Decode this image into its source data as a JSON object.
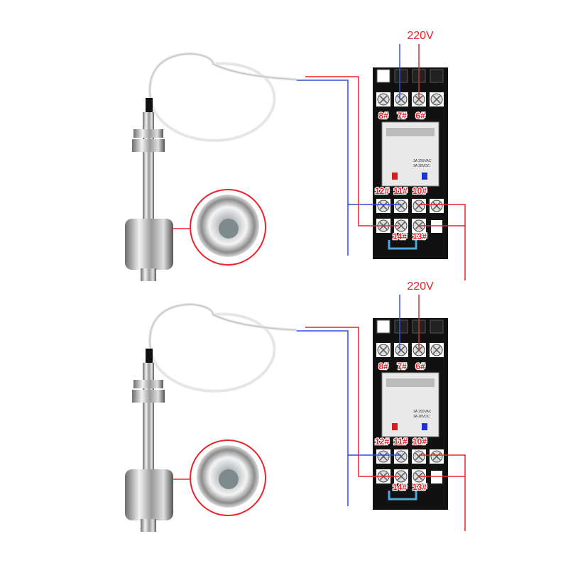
{
  "panels": [
    {
      "voltage": "220V",
      "top_labels": [
        "8#",
        "7#",
        "6#"
      ],
      "mid_labels": [
        "12#",
        "11#",
        "10#"
      ],
      "bottom_labels": [
        "14#",
        "13#"
      ],
      "relay_rating": [
        "3A 250VAC",
        "3A 28VDC"
      ]
    },
    {
      "voltage": "220V",
      "top_labels": [
        "8#",
        "7#",
        "6#"
      ],
      "mid_labels": [
        "12#",
        "11#",
        "10#"
      ],
      "bottom_labels": [
        "14#",
        "13#"
      ],
      "relay_rating": [
        "3A 250VAC",
        "3A 28VDC"
      ]
    }
  ],
  "colors": {
    "wire_red": "#e8242a",
    "wire_blue": "#2a4fd8",
    "jumper": "#4aa8e0",
    "base": "#111111"
  }
}
